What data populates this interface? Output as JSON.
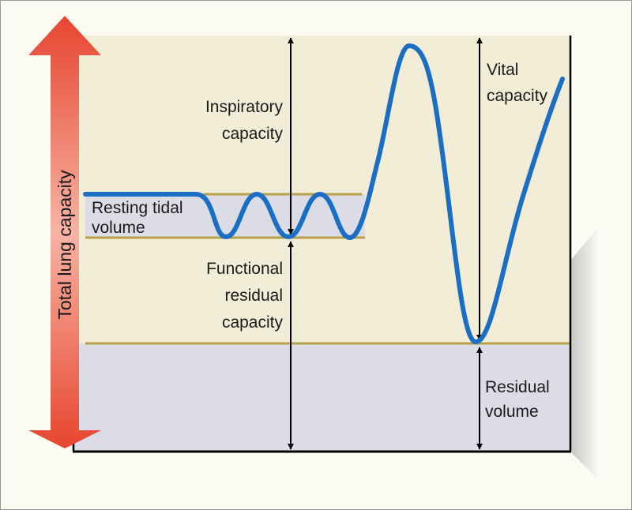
{
  "labels": {
    "total_lung_capacity": "Total lung capacity",
    "inspiratory_capacity": [
      "Inspiratory",
      "capacity"
    ],
    "resting_tidal_volume": [
      "Resting tidal",
      "volume"
    ],
    "functional_residual_capacity": [
      "Functional",
      "residual",
      "capacity"
    ],
    "vital_capacity": [
      "Vital",
      "capacity"
    ],
    "residual_volume": [
      "Residual",
      "volume"
    ]
  },
  "colors": {
    "lung_volume_trace": "#1a6fc4",
    "upper_region": "#f1edd6",
    "residual_region": "#dcdce6",
    "tidal_band": "#dcdce6",
    "boundary_lines": "#b7a04a",
    "total_capacity_arrow": "#e8553f",
    "measurement_arrows": "#000000"
  }
}
